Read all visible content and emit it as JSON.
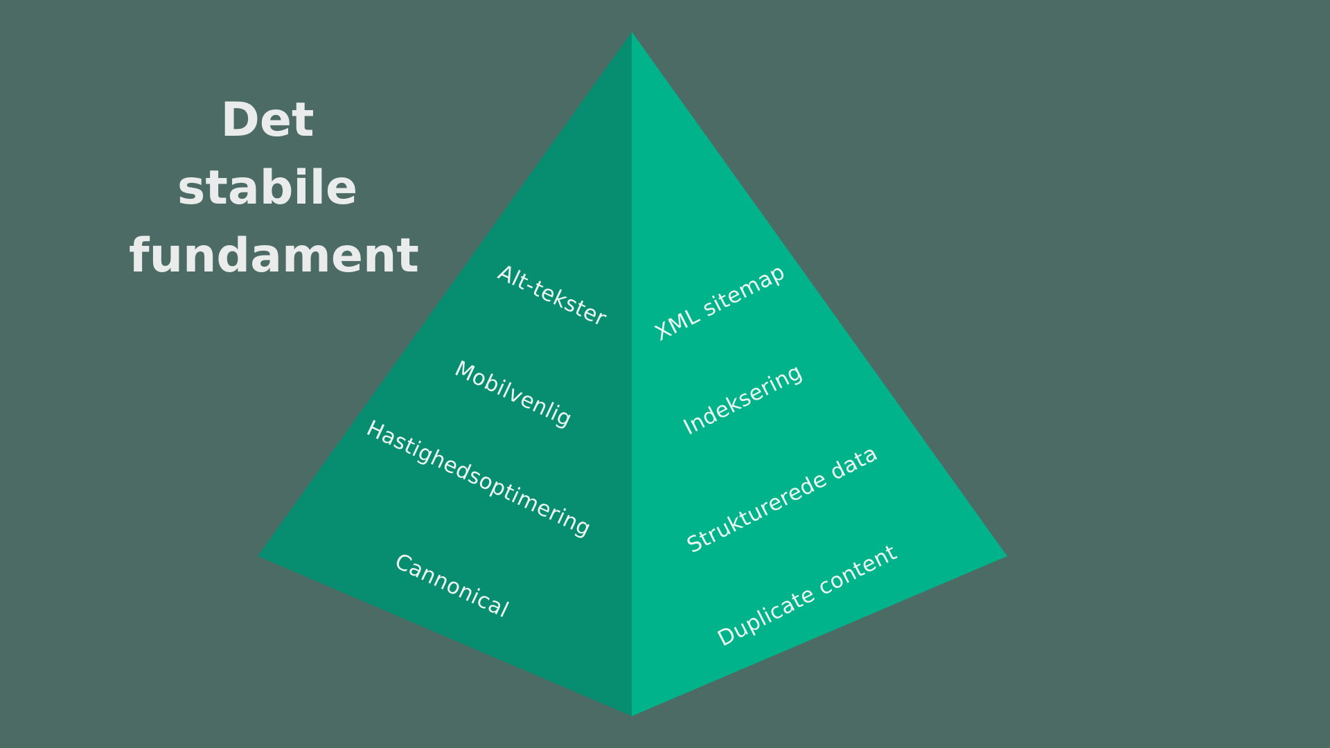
{
  "title": {
    "line1": "Det stabile",
    "line2": "fundament"
  },
  "pyramid": {
    "left_face_color": "#078d6f",
    "right_face_color": "#00b38a",
    "background_color": "#4d6b65",
    "left_labels": [
      "Alt-tekster",
      "Mobilvenlig",
      "Hastighedsoptimering",
      "Cannonical"
    ],
    "right_labels": [
      "XML sitemap",
      "Indeksering",
      "Strukturerede data",
      "Duplicate content"
    ]
  }
}
